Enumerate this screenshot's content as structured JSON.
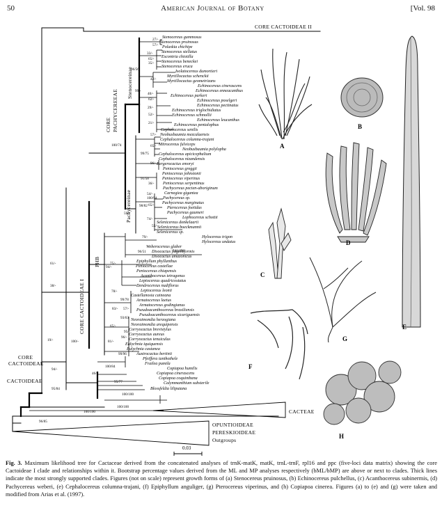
{
  "header": {
    "page_number": "50",
    "journal": "American Journal of Botany",
    "volume": "[Vol. 98"
  },
  "clades": {
    "core_cactoideae_ii": "CORE CACTOIDEAE II",
    "stenocereinae": "Stenocereinae",
    "core_pachycereeae_1": "CORE",
    "core_pachycereeae_2": "PACHYCEREEAE",
    "pachycereinae": "Pachycereinae",
    "phb": "PHB",
    "core_cactoideae_i": "CORE CACTOIDEAE I",
    "core_cactoideae_1": "CORE",
    "core_cactoideae_2": "CACTOIDEAE",
    "cactoideae": "CACTOIDEAE",
    "cacteae": "CACTEAE",
    "outgroups": [
      "OPUNTIOIDEAE",
      "PERESKIOIDEAE",
      "Outgroups"
    ]
  },
  "taxa": [
    "Stenocereus gummosus",
    "Stenocereus pruinosus",
    "Polaskia chichipe",
    "Stenocereus stellatus",
    "Escontria chiotilla",
    "Stenocereus beneckei",
    "Stenocereus eruca",
    "Isolatocereus dumortieri",
    "Myrtillocactus schenckii",
    "Myrtillocactus geometrizans",
    "Echinocereus cinerascens",
    "Echinocereus enneacanthus",
    "Echinocereus parkeri",
    "Echinocereus poselgeri",
    "Echinocereus pectinatus",
    "Echinocereus triglochidiatus",
    "Echinocereus schmollii",
    "Echinocereus leucanthus",
    "Echinocereus pentalophus",
    "Cephalocereus senilis",
    "Neobuxbaumia mezcalaensis",
    "Cephalocereus columna-trajani",
    "Mitrocereus fulviceps",
    "Neobuxbaumia polylopha",
    "Cephalocereus apicicephalium",
    "Cephalocereus nizandensis",
    "Bergerocactus emoryi",
    "Peniocereus greggii",
    "Peniocereus johnstonii",
    "Peniocereus viperinus",
    "Peniocereus serpentinus",
    "Pachycereus pecten-aboriginum",
    "Carnegiea gigantea",
    "Pachycereus sp.",
    "Pachycereus marginatus",
    "Pterocereus foetidus",
    "Pachycereus gaumeri",
    "Lophocereus schottii",
    "Selenicereus donkelaarii",
    "Selenicereus boeckmannii",
    "Selenicereus sp.",
    "Hylocereus trigon",
    "Hylocereus undatus",
    "Weberocereus glaber",
    "Disocactus flagelliformis",
    "Disocactus amazonicus",
    "Epiphyllum phyllanthus",
    "Peniocereus castellae",
    "Peniocereus chiapensis",
    "Acanthocereus tetragonus",
    "Leptocereus quadricostatus",
    "Dendrocereus nudiflorus",
    "Leptocereus leonii",
    "Castellanosia caineana",
    "Armatocereus laetus",
    "Armatocereus godingianus",
    "Pseudoacanthocereus brasiliensis",
    "Pseudoacanthocereus sicariguensis",
    "Neoraimondia herzogiana",
    "Neoraimondia arequipensis",
    "Corryocactus brevistylus",
    "Corryocactus aureus",
    "Corryocactus tenuiculus",
    "Eulychnia iquiquensis",
    "Eulychnia castanea",
    "Austrocactus bertinii",
    "Pfeiffera ianthothele",
    "Frailea pumila",
    "Copiapoa humilis",
    "Copiapoa cinerascens",
    "Copiapoa coquimbana",
    "Calymmanthium substerile",
    "Blossfeldia liliputana"
  ],
  "support": {
    "s1": "27/-",
    "s2": "57/-",
    "s3": "33/-",
    "s4": "65/-",
    "s5": "35/-",
    "s6": "96/56",
    "s7": "99/-",
    "s8": "42/-",
    "s9": "40/-",
    "s10": "62/-",
    "s11": "29/-",
    "s12": "52/-",
    "s13": "21/-",
    "s14": "100/74",
    "s15": "57/-",
    "s16": "65/-",
    "s17": "99/75",
    "s18": "96/-",
    "s19": "91/58",
    "s20": "36/-",
    "s21": "59/-",
    "s22": "54/-",
    "s23": "100/94",
    "s24": "65/-",
    "s25": "98/82",
    "s26": "74/-",
    "s27": "55/-",
    "s28": "79/-",
    "s29": "100/100",
    "s30": "96/51",
    "s31": "75/-",
    "s32": "94/-",
    "s33": "78/-",
    "s34": "61/-",
    "s35": "99/78",
    "s36": "57/-",
    "s37": "83/-",
    "s38": "93/63",
    "s39": "65/-",
    "s40": "95/-",
    "s41": "96/-",
    "s42": "81/-",
    "s43": "38/-",
    "s44": "99/96",
    "s45": "100/-",
    "s46": "19/-",
    "s47": "100/84",
    "s48": "95/77",
    "s49": "46/-",
    "s50": "94/-",
    "s51": "95/84",
    "s52": "100/100",
    "s53": "100/100",
    "s54": "96/85",
    "s55": "100/100"
  },
  "figure_labels": [
    "A",
    "B",
    "C",
    "D",
    "E",
    "F",
    "G",
    "H"
  ],
  "scale_bar": "0.03",
  "caption": {
    "fig": "Fig. 3.",
    "text": "Maximum likelihood tree for Cactaceae derived from the concatenated analyses of trnK-matK, matK, trnL-trnF, rpl16 and ppc (five-loci data matrix) showing the core Cactoideae I clade and relationships within it. Bootstrap percentage values derived from the ML and MP analyses respectively (bML/bMP) are above or next to clades. Thick lines indicate the most strongly supported clades. Figures (not on scale) represent growth forms of (a) Stenocereus pruinosus, (b) Echinocereus pulchellus, (c) Acanthocereus subinermis, (d) Pachycereus weberi, (e) Cephalocereus columna-trajani, (f) Epiphyllum anguliger, (g) Pterocereus viperinus, and (h) Copiapoa cinerea. Figures (a) to (e) and (g) were taken and modified from Arias et al. (1997)."
  }
}
